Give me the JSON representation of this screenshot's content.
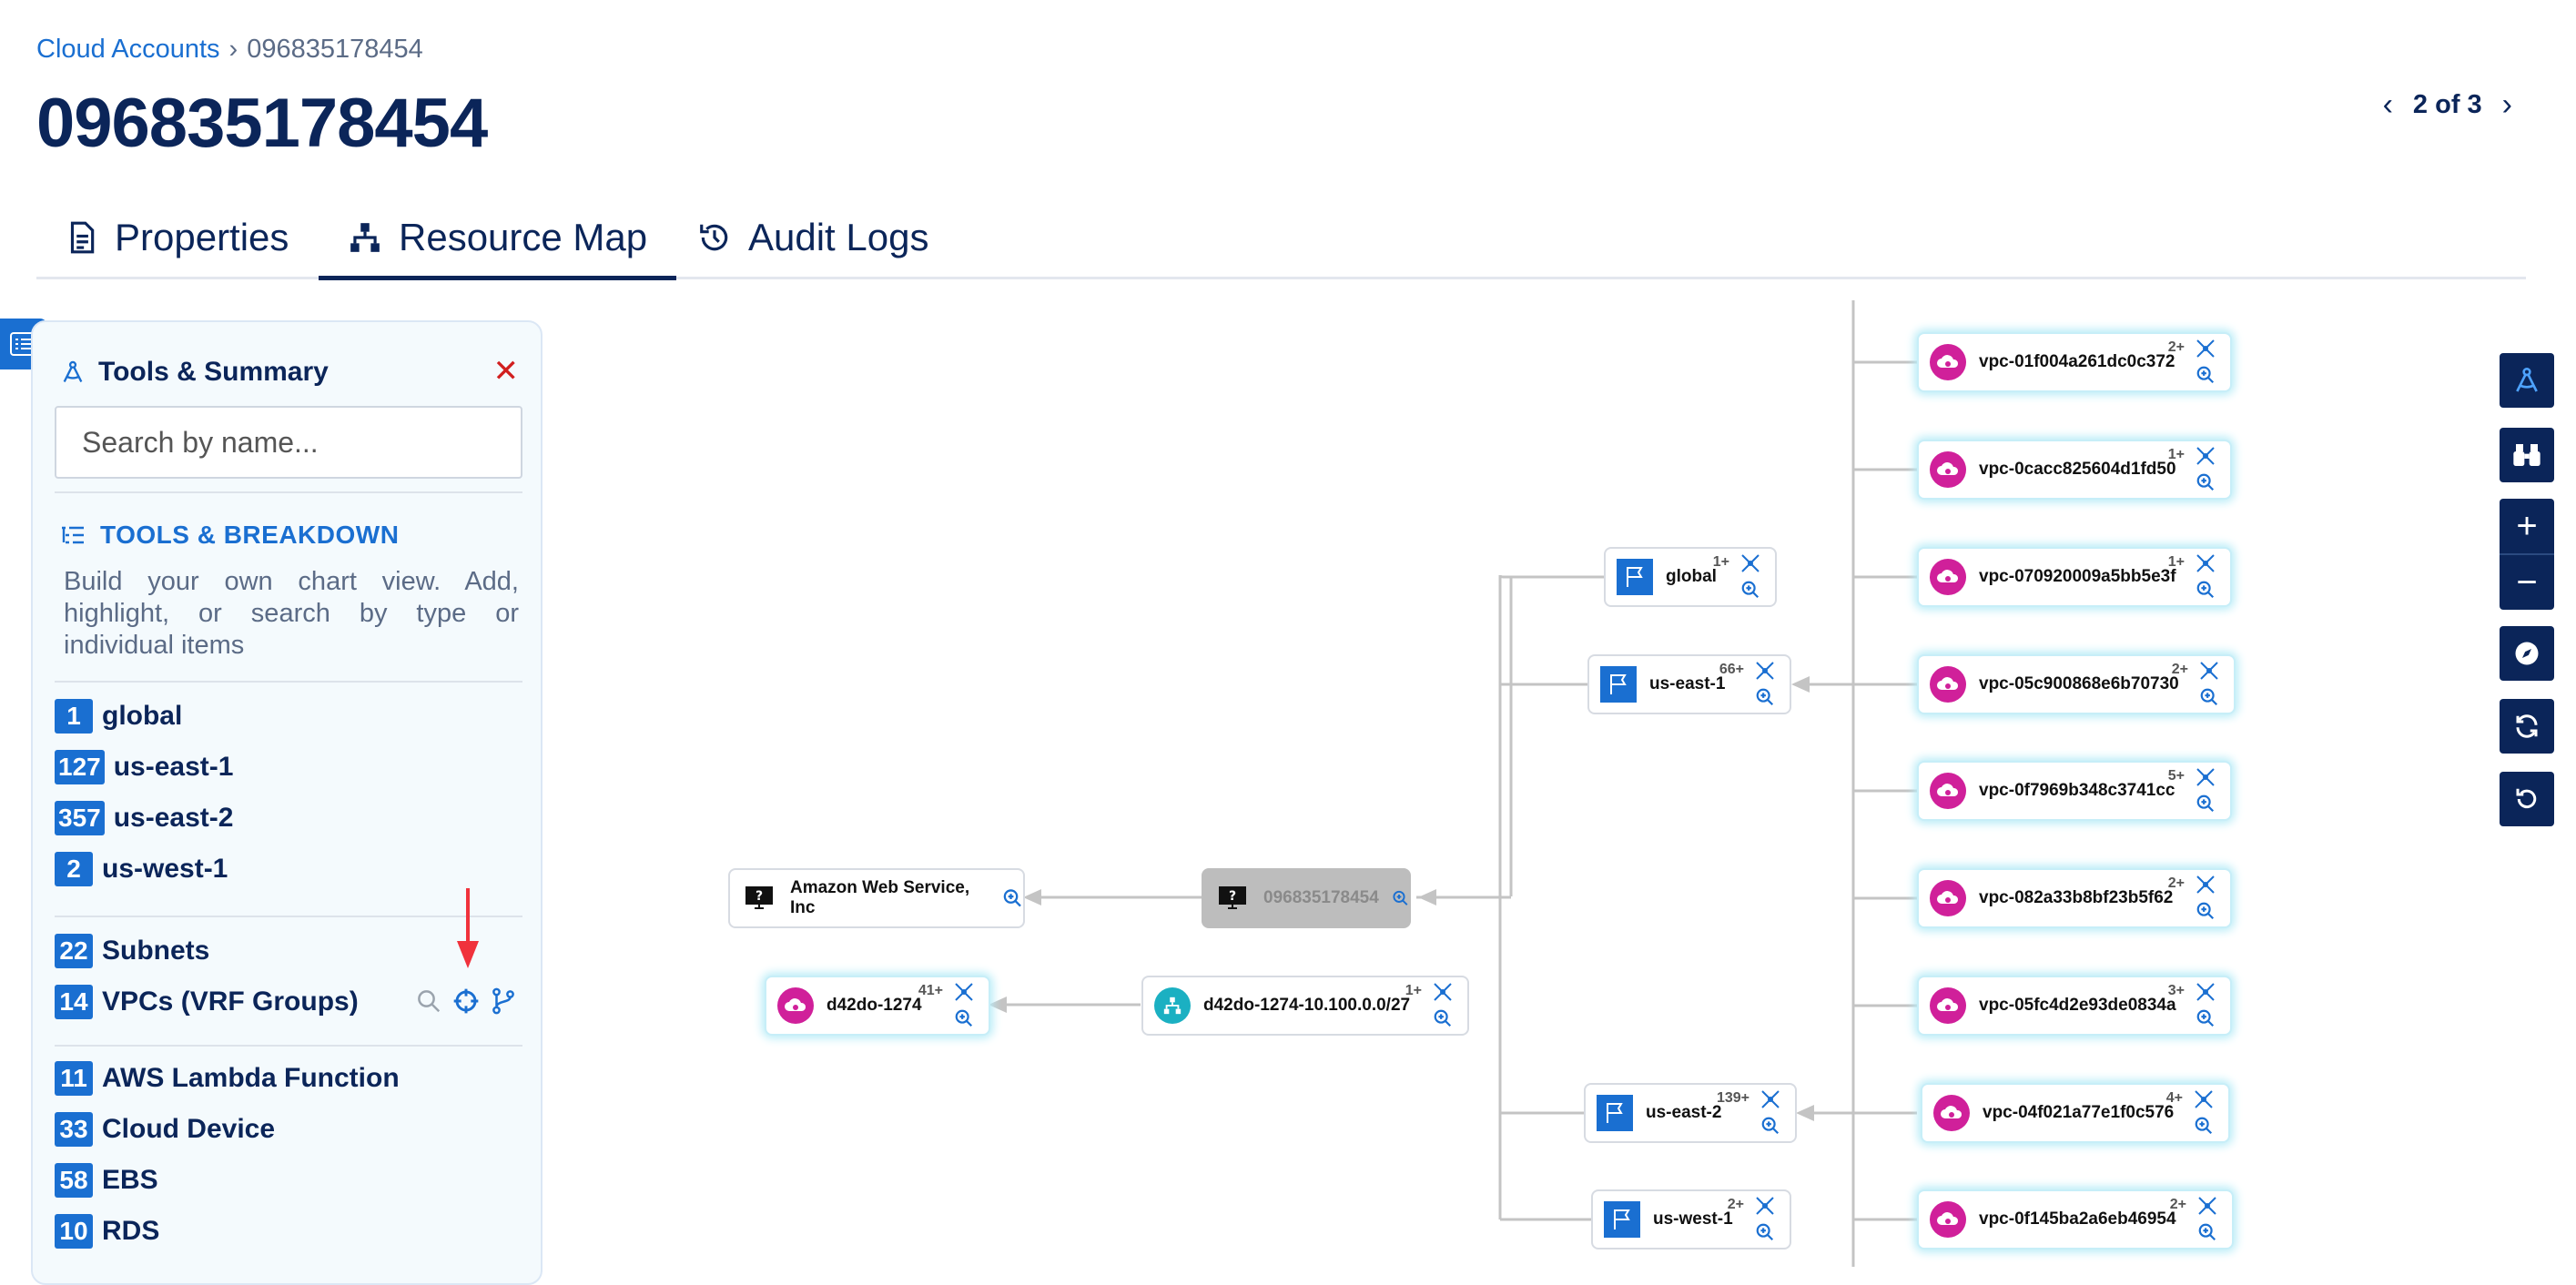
{
  "breadcrumb": {
    "link": "Cloud Accounts",
    "separator": "›",
    "current": "096835178454"
  },
  "page_title": "096835178454",
  "pager": {
    "text": "2 of 3"
  },
  "tabs": [
    {
      "label": "Properties"
    },
    {
      "label": "Resource Map"
    },
    {
      "label": "Audit Logs"
    }
  ],
  "panel": {
    "title": "Tools & Summary",
    "search_placeholder": "Search by name...",
    "breakdown_title": "TOOLS & BREAKDOWN",
    "breakdown_desc": "Build your own chart view. Add, highlight, or search by type or individual items",
    "regions": [
      {
        "count": "1",
        "label": "global"
      },
      {
        "count": "127",
        "label": "us-east-1"
      },
      {
        "count": "357",
        "label": "us-east-2"
      },
      {
        "count": "2",
        "label": "us-west-1"
      }
    ],
    "networks": [
      {
        "count": "22",
        "label": "Subnets"
      },
      {
        "count": "14",
        "label": "VPCs (VRF Groups)"
      }
    ],
    "resources": [
      {
        "count": "11",
        "label": "AWS Lambda Function"
      },
      {
        "count": "33",
        "label": "Cloud Device"
      },
      {
        "count": "58",
        "label": "EBS"
      },
      {
        "count": "10",
        "label": "RDS"
      }
    ]
  },
  "map": {
    "provider": {
      "label": "Amazon Web Service, Inc"
    },
    "account": {
      "label": "096835178454"
    },
    "vpc_left": {
      "label": "d42do-1274",
      "count": "41+"
    },
    "subnet": {
      "label": "d42do-1274-10.100.0.0/27",
      "count": "1+"
    },
    "regions": [
      {
        "label": "global",
        "count": "1+"
      },
      {
        "label": "us-east-1",
        "count": "66+"
      },
      {
        "label": "us-east-2",
        "count": "139+"
      },
      {
        "label": "us-west-1",
        "count": "2+"
      }
    ],
    "vpcs": [
      {
        "label": "vpc-01f004a261dc0c372",
        "count": "2+"
      },
      {
        "label": "vpc-0cacc825604d1fd50",
        "count": "1+"
      },
      {
        "label": "vpc-070920009a5bb5e3f",
        "count": "1+"
      },
      {
        "label": "vpc-05c900868e6b70730",
        "count": "2+"
      },
      {
        "label": "vpc-0f7969b348c3741cc",
        "count": "5+"
      },
      {
        "label": "vpc-082a33b8bf23b5f62",
        "count": "2+"
      },
      {
        "label": "vpc-05fc4d2e93de0834a",
        "count": "3+"
      },
      {
        "label": "vpc-04f021a77e1f0c576",
        "count": "4+"
      },
      {
        "label": "vpc-0f145ba2a6eb46954",
        "count": "2+"
      }
    ]
  },
  "colors": {
    "primary": "#1a6fd1",
    "navy": "#0b2559",
    "vpc": "#d0209a",
    "subnet": "#1bb0c2",
    "close": "#d11f1f",
    "pointer": "#f0323c"
  }
}
